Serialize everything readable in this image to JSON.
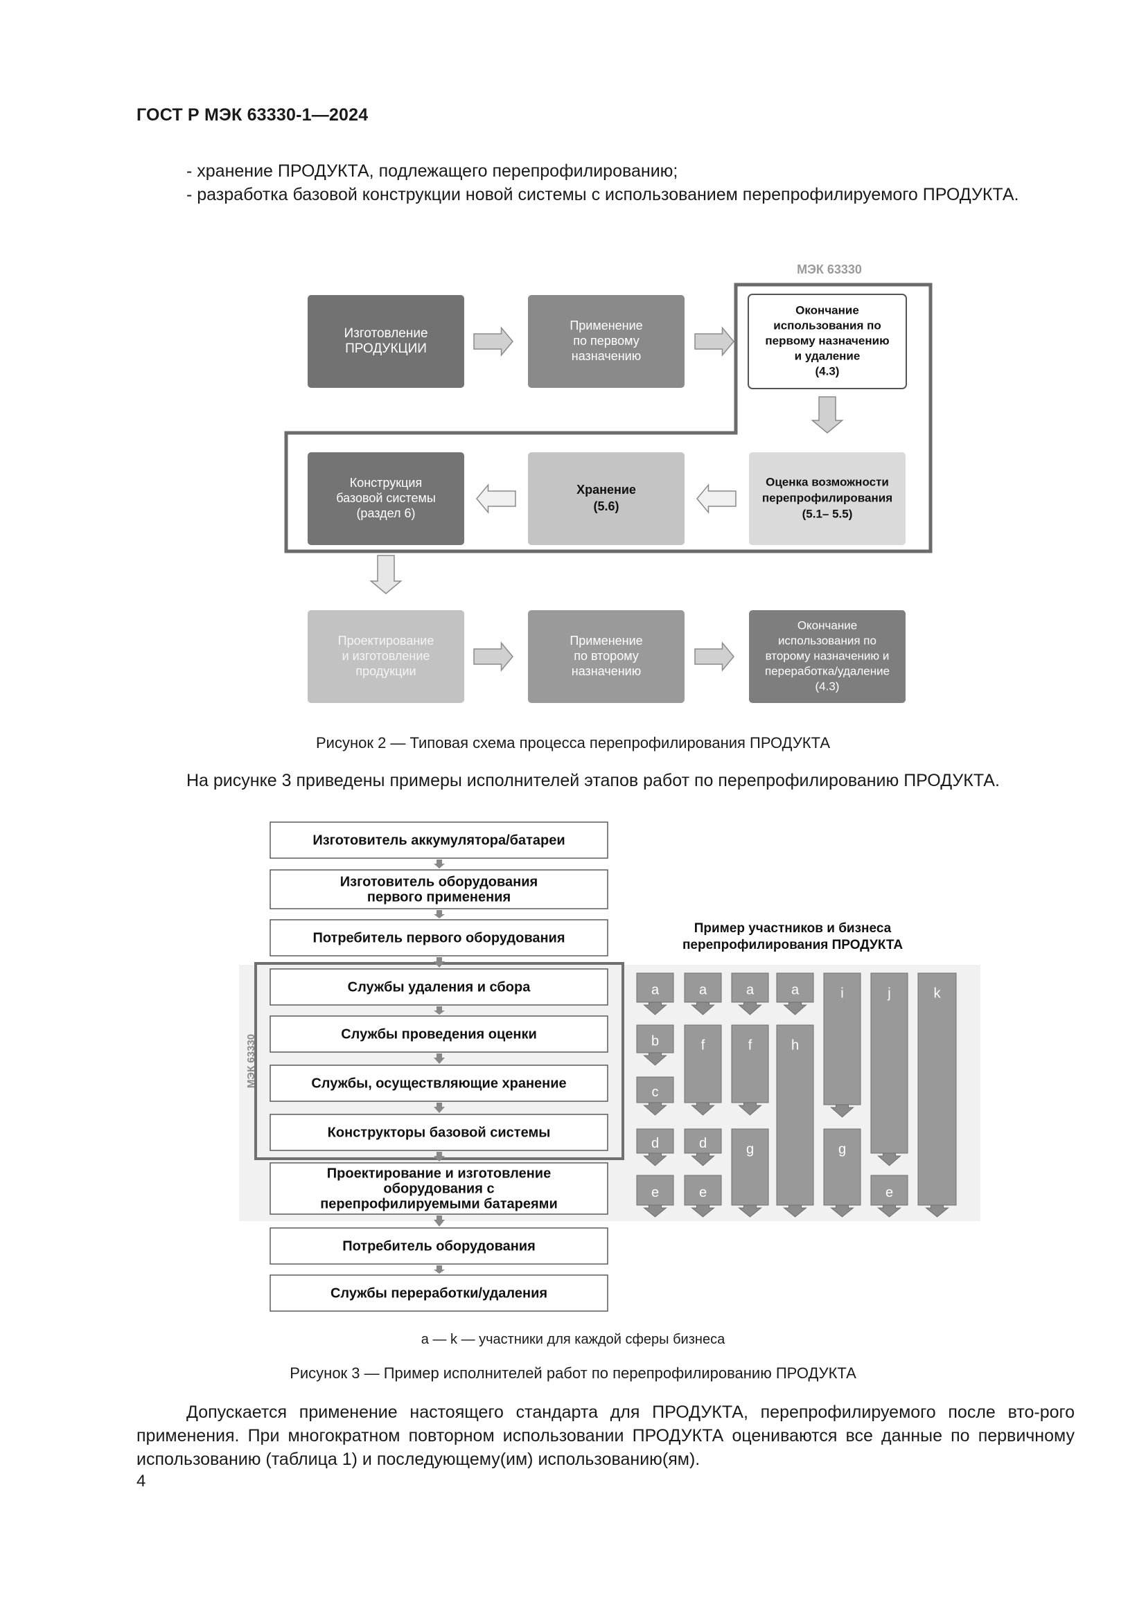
{
  "header": "ГОСТ Р МЭК 63330-1—2024",
  "intro": {
    "line1": "- хранение ПРОДУКТА, подлежащего перепрофилированию;",
    "line2": "- разработка базовой конструкции новой системы с использованием перепрофилируемого ПРОДУКТА."
  },
  "figure2": {
    "scope_label": "МЭК 63330",
    "boxes": {
      "manufacture": [
        "Изготовление",
        "ПРОДУКЦИИ"
      ],
      "first_use": [
        "Применение",
        "по первому",
        "назначению"
      ],
      "end_first": [
        "Окончание",
        "использования по",
        "первому назначению",
        "и удаление",
        "(4.3)"
      ],
      "assessment": [
        "Оценка возможности",
        "перепрофилирования",
        "(5.1– 5.5)"
      ],
      "storage": [
        "Хранение",
        "(5.6)"
      ],
      "base_design": [
        "Конструкция",
        "базовой системы",
        "(раздел 6)"
      ],
      "design_manuf": [
        "Проектирование",
        "и изготовление",
        "продукции"
      ],
      "second_use": [
        "Применение",
        "по второму",
        "назначению"
      ],
      "end_second": [
        "Окончание",
        "использования по",
        "второму назначению и",
        "переработка/удаление",
        "(4.3)"
      ]
    },
    "caption": "Рисунок 2 — Типовая схема процесса перепрофилирования ПРОДУКТА"
  },
  "para2": "На рисунке 3 приведены примеры исполнителей этапов работ по перепрофилированию ПРОДУКТА.",
  "figure3": {
    "scope_label": "МЭК 63330",
    "chain": [
      [
        "Изготовитель аккумулятора/батареи"
      ],
      [
        "Изготовитель оборудования",
        "первого применения"
      ],
      [
        "Потребитель первого оборудования"
      ],
      [
        "Службы удаления и сбора"
      ],
      [
        "Службы проведения оценки"
      ],
      [
        "Службы, осуществляющие хранение"
      ],
      [
        "Конструкторы базовой системы"
      ],
      [
        "Проектирование и изготовление",
        "оборудования с",
        "перепрофилируемыми батареями"
      ],
      [
        "Потребитель оборудования"
      ],
      [
        "Службы переработки/удаления"
      ]
    ],
    "participants_title": [
      "Пример участников и бизнеса",
      "перепрофилирования ПРОДУКТА"
    ],
    "letters": {
      "a": "a",
      "b": "b",
      "c": "c",
      "d": "d",
      "e": "e",
      "f": "f",
      "g": "g",
      "h": "h",
      "i": "i",
      "j": "j",
      "k": "k"
    },
    "note": "a — k — участники для каждой сферы бизнеса",
    "caption": "Рисунок 3 — Пример исполнителей работ по перепрофилированию ПРОДУКТА"
  },
  "para3": "Допускается применение настоящего стандарта для ПРОДУКТА, перепрофилируемого после вто-рого применения. При многократном повторном использовании ПРОДУКТА оцениваются все данные по первичному использованию (таблица 1) и последующему(им) использованию(ям).",
  "page_number": "4"
}
